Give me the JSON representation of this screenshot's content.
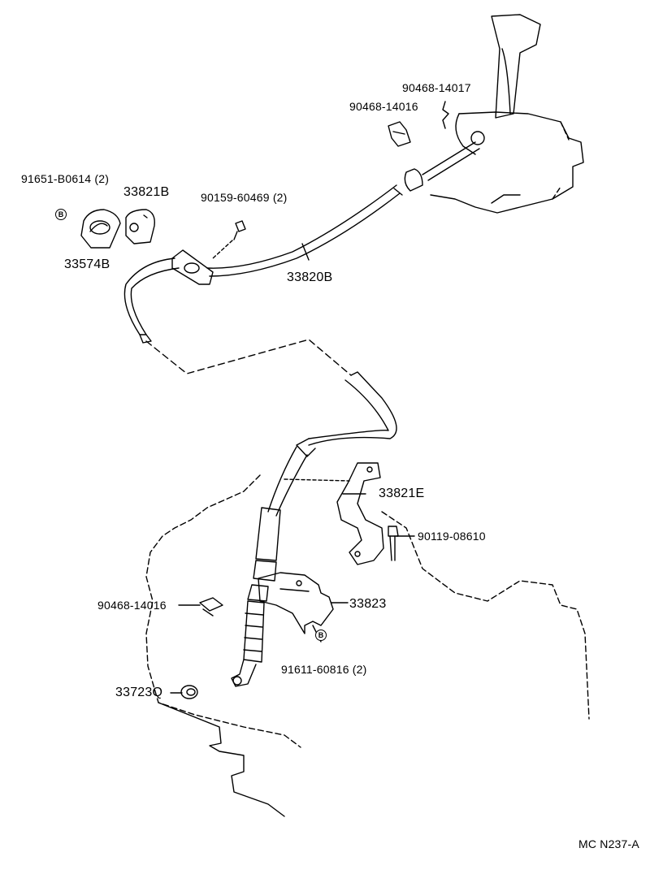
{
  "diagram_code": "MC N237-A",
  "parts": {
    "p_90468_14017": "90468-14017",
    "p_90468_14016_top": "90468-14016",
    "p_91651_b0614": "91651-B0614 (2)",
    "p_33821b": "33821B",
    "p_90159_60469": "90159-60469 (2)",
    "p_33574b": "33574B",
    "p_33820b": "33820B",
    "p_33821e": "33821E",
    "p_90119_08610": "90119-08610",
    "p_90468_14016_bottom": "90468-14016",
    "p_33823": "33823",
    "p_91611_60816": "91611-60816 (2)",
    "p_33723q": "33723Q"
  },
  "markers": {
    "b_top": "B",
    "b_bottom": "B"
  }
}
